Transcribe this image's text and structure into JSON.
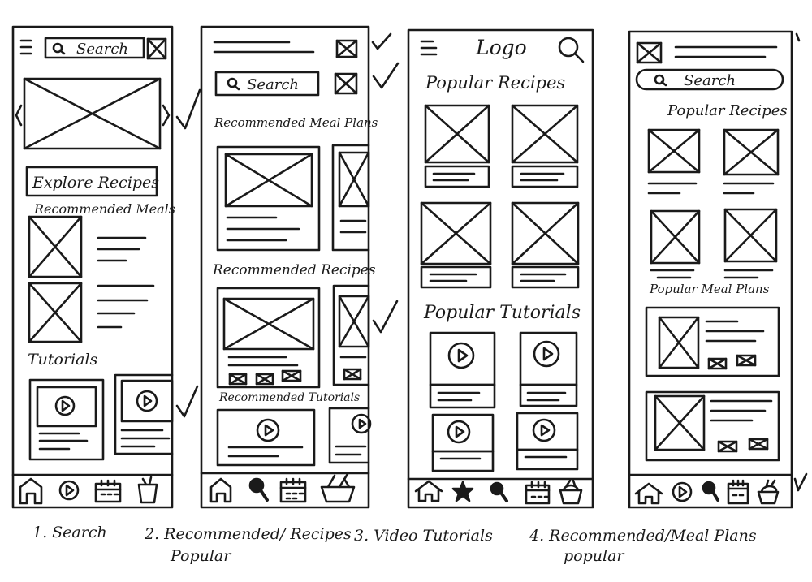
{
  "screens": [
    {
      "search_label": "Search",
      "explore_button": "Explore Recipes",
      "recommended_heading": "Recommended Meals",
      "tutorials_heading": "Tutorials",
      "nav": [
        "home-icon",
        "play-icon",
        "calendar-icon",
        "bowl-icon"
      ]
    },
    {
      "search_label": "Search",
      "meal_plans_heading": "Recommended Meal Plans",
      "recipes_heading": "Recommended Recipes",
      "tutorials_heading": "Recommended Tutorials",
      "nav": [
        "home-icon",
        "search-icon",
        "calendar-icon",
        "basket-icon"
      ]
    },
    {
      "logo": "Logo",
      "recipes_heading": "Popular Recipes",
      "tutorials_heading": "Popular Tutorials",
      "nav": [
        "home-icon",
        "star-icon",
        "search-icon",
        "calendar-icon",
        "bowl-icon"
      ]
    },
    {
      "search_label": "Search",
      "recipes_heading": "Popular Recipes",
      "meal_plans_heading": "Popular Meal Plans",
      "nav": [
        "home-icon",
        "play-icon",
        "search-icon",
        "calendar-icon",
        "bowl-icon"
      ]
    }
  ],
  "captions": [
    {
      "line1": "1. Search"
    },
    {
      "line1": "2. Recommended/ Recipes",
      "line2": "Popular"
    },
    {
      "line1": "3. Video Tutorials"
    },
    {
      "line1": "4. Recommended/Meal Plans",
      "line2": "popular"
    }
  ],
  "colors": {
    "ink": "#1a1a1a",
    "paper": "#ffffff"
  }
}
